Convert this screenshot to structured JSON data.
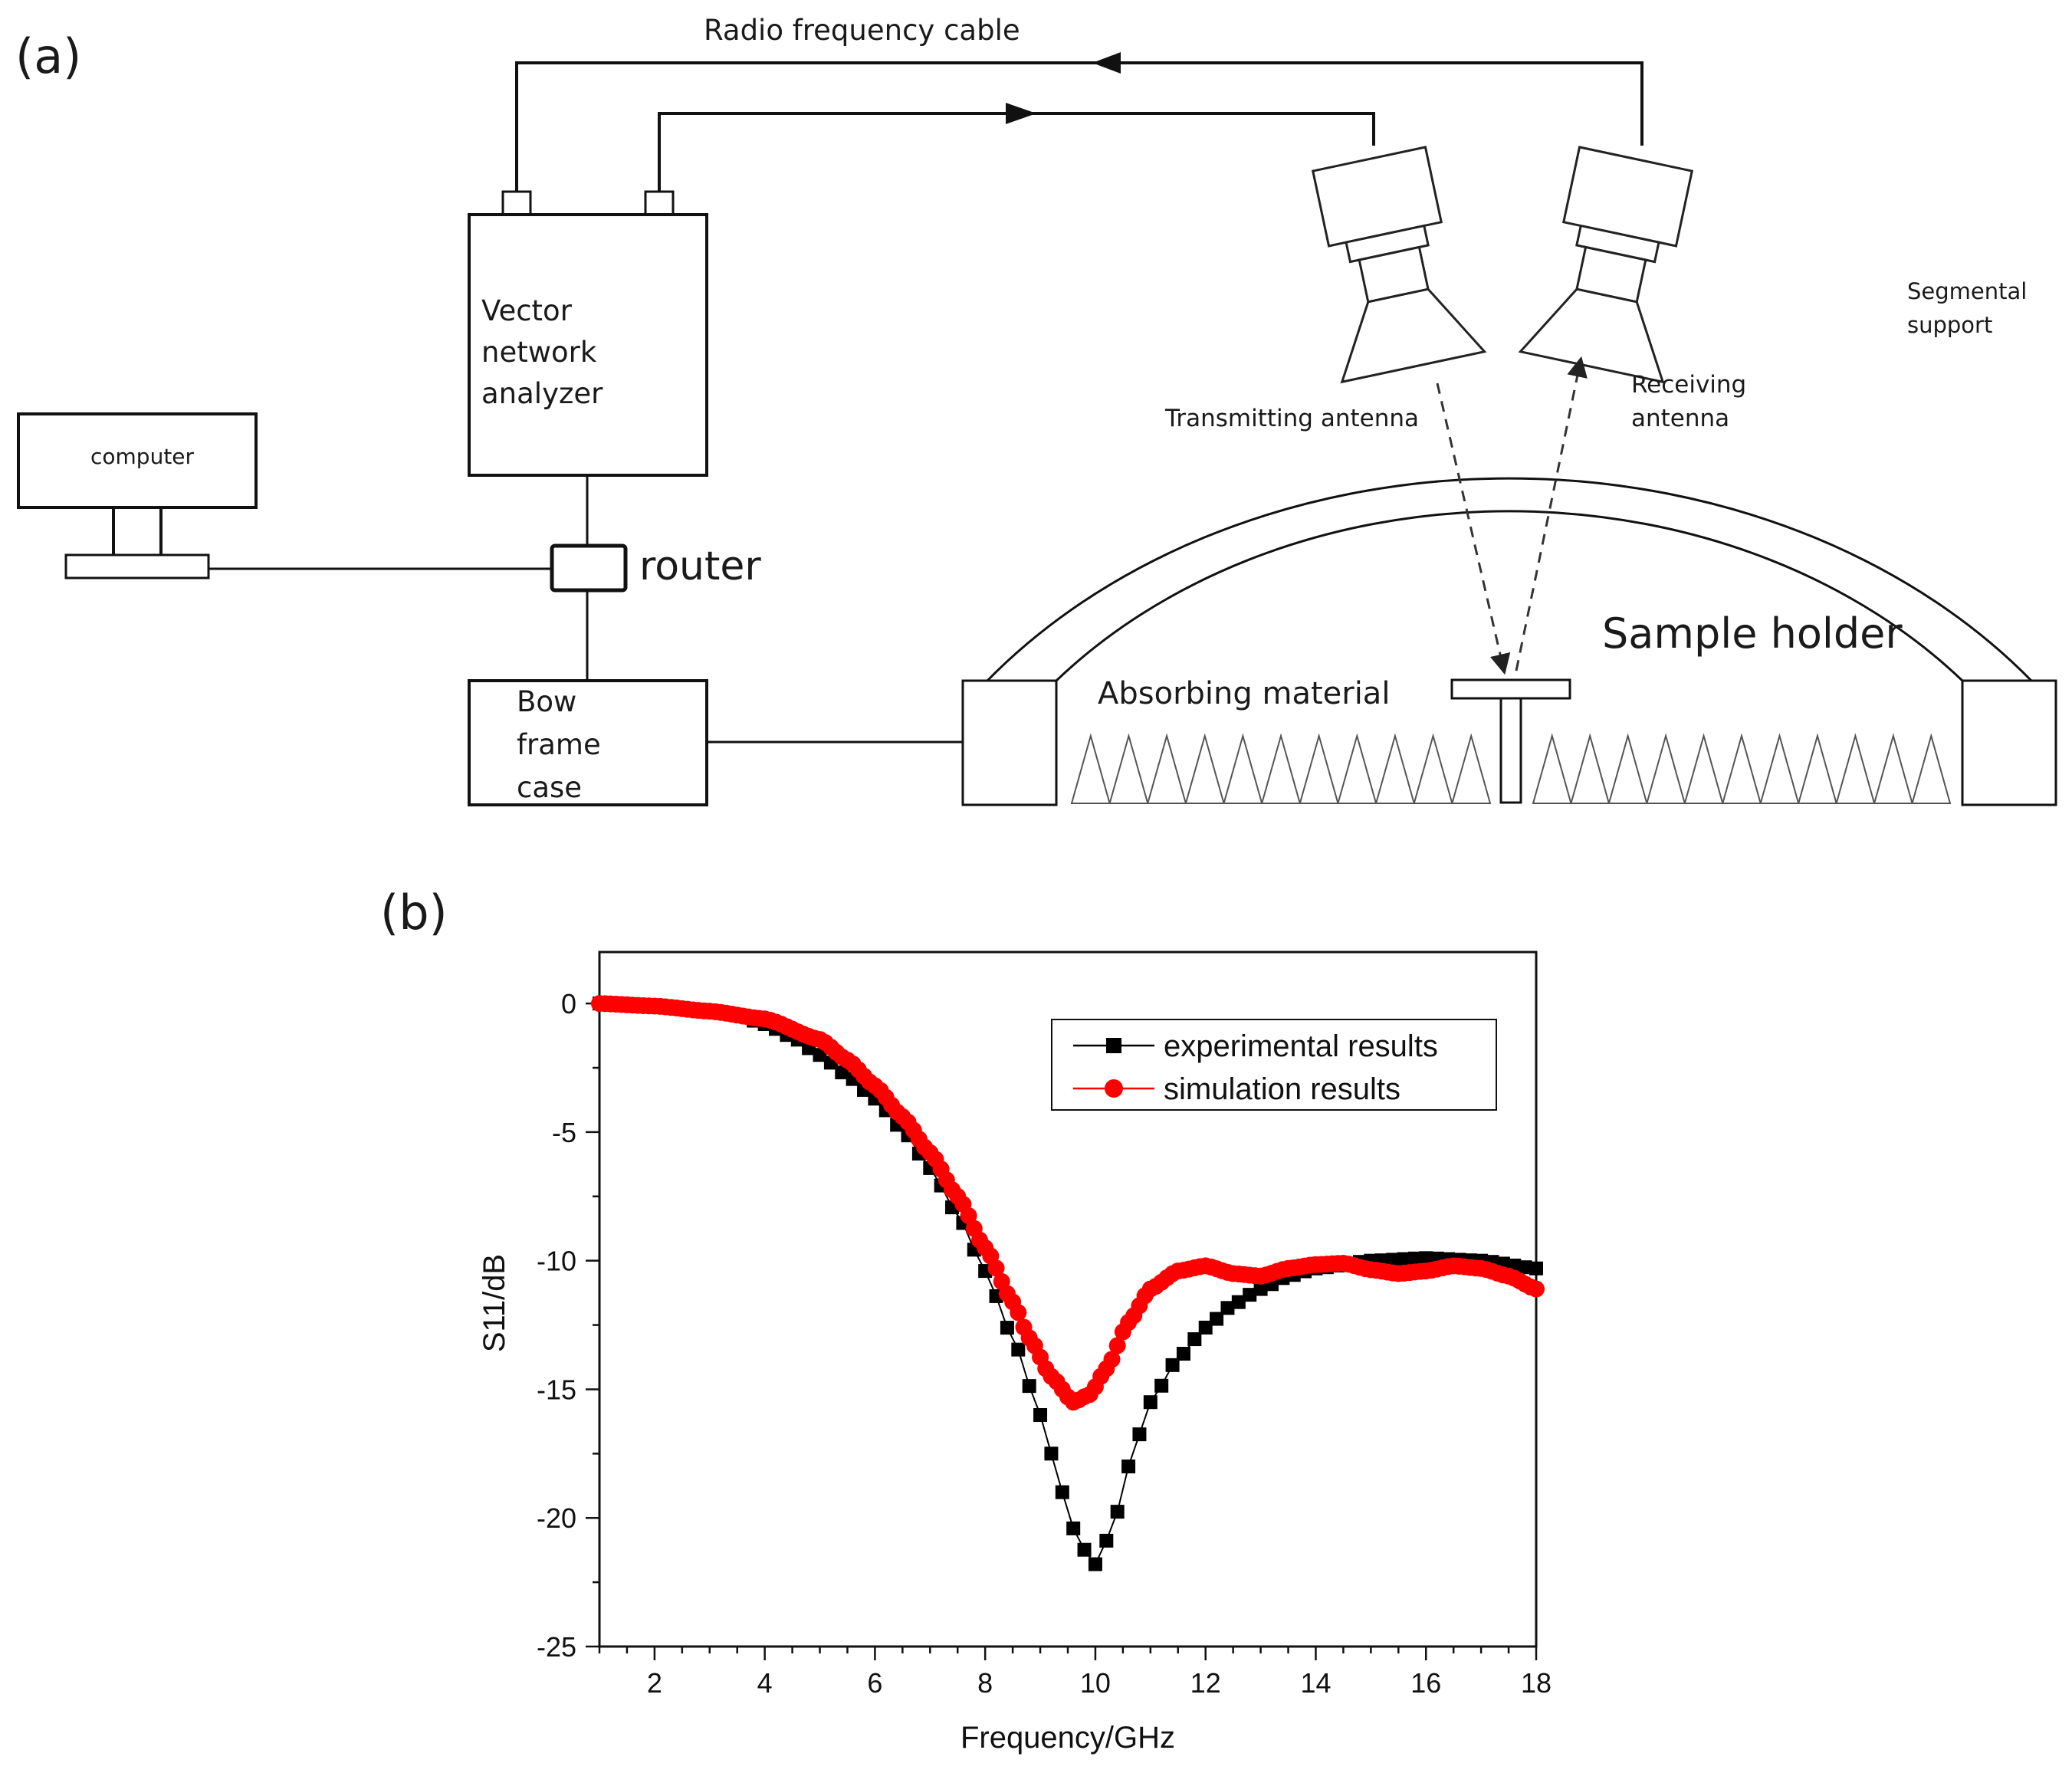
{
  "panel_a": {
    "label": "(a)",
    "cable_label": "Radio frequency cable",
    "vna_lines": [
      "Vector",
      "network",
      "analyzer"
    ],
    "computer_label": "computer",
    "router_label": "router",
    "bow_frame_lines": [
      "Bow",
      "frame",
      "case"
    ],
    "absorbing_label": "Absorbing material",
    "sample_holder_label": "Sample holder",
    "transmitting_label": "Transmitting antenna",
    "receiving_lines": [
      "Receiving",
      "antenna"
    ],
    "segmental_lines": [
      "Segmental",
      "support"
    ]
  },
  "panel_b": {
    "label": "(b)"
  },
  "chart_data": {
    "type": "line",
    "title": "",
    "xlabel": "Frequency/GHz",
    "ylabel": "S11/dB",
    "xlim": [
      1,
      18
    ],
    "ylim": [
      -25,
      2
    ],
    "xticks": [
      2,
      4,
      6,
      8,
      10,
      12,
      14,
      16,
      18
    ],
    "yticks": [
      0,
      -5,
      -10,
      -15,
      -20,
      -25
    ],
    "legend_position": "top-right",
    "series": [
      {
        "name": "experimental results",
        "color": "#000000",
        "marker": "square",
        "points": [
          [
            1,
            0
          ],
          [
            2,
            -0.1
          ],
          [
            3,
            -0.3
          ],
          [
            3.5,
            -0.45
          ],
          [
            4,
            -0.8
          ],
          [
            4.5,
            -1.3
          ],
          [
            5,
            -2
          ],
          [
            5.5,
            -2.8
          ],
          [
            6,
            -3.7
          ],
          [
            6.5,
            -4.9
          ],
          [
            7,
            -6.4
          ],
          [
            7.5,
            -8.2
          ],
          [
            8,
            -10.4
          ],
          [
            8.5,
            -13
          ],
          [
            9,
            -16
          ],
          [
            9.4,
            -19
          ],
          [
            9.7,
            -21
          ],
          [
            10,
            -21.8
          ],
          [
            10.3,
            -20.5
          ],
          [
            10.6,
            -18
          ],
          [
            11,
            -15.5
          ],
          [
            11.5,
            -13.8
          ],
          [
            12,
            -12.6
          ],
          [
            12.5,
            -11.7
          ],
          [
            13,
            -11.1
          ],
          [
            13.5,
            -10.6
          ],
          [
            14,
            -10.3
          ],
          [
            15,
            -10
          ],
          [
            16,
            -9.9
          ],
          [
            17,
            -10
          ],
          [
            18,
            -10.3
          ]
        ]
      },
      {
        "name": "simulation results",
        "color": "#ff0000",
        "marker": "circle",
        "points": [
          [
            1,
            0
          ],
          [
            2,
            -0.1
          ],
          [
            3,
            -0.3
          ],
          [
            4,
            -0.6
          ],
          [
            5,
            -1.4
          ],
          [
            5.5,
            -2.2
          ],
          [
            6,
            -3.2
          ],
          [
            6.5,
            -4.4
          ],
          [
            7,
            -5.8
          ],
          [
            7.5,
            -7.5
          ],
          [
            8,
            -9.5
          ],
          [
            8.5,
            -11.6
          ],
          [
            8.8,
            -13
          ],
          [
            9.2,
            -14.5
          ],
          [
            9.6,
            -15.5
          ],
          [
            9.9,
            -15.2
          ],
          [
            10.2,
            -14.2
          ],
          [
            10.6,
            -12.4
          ],
          [
            11,
            -11.1
          ],
          [
            11.5,
            -10.4
          ],
          [
            12,
            -10.2
          ],
          [
            12.5,
            -10.5
          ],
          [
            13,
            -10.6
          ],
          [
            13.5,
            -10.3
          ],
          [
            14,
            -10.15
          ],
          [
            14.5,
            -10.1
          ],
          [
            15,
            -10.35
          ],
          [
            15.5,
            -10.5
          ],
          [
            16,
            -10.4
          ],
          [
            16.5,
            -10.2
          ],
          [
            17,
            -10.3
          ],
          [
            17.5,
            -10.6
          ],
          [
            18,
            -11.1
          ]
        ]
      }
    ]
  }
}
